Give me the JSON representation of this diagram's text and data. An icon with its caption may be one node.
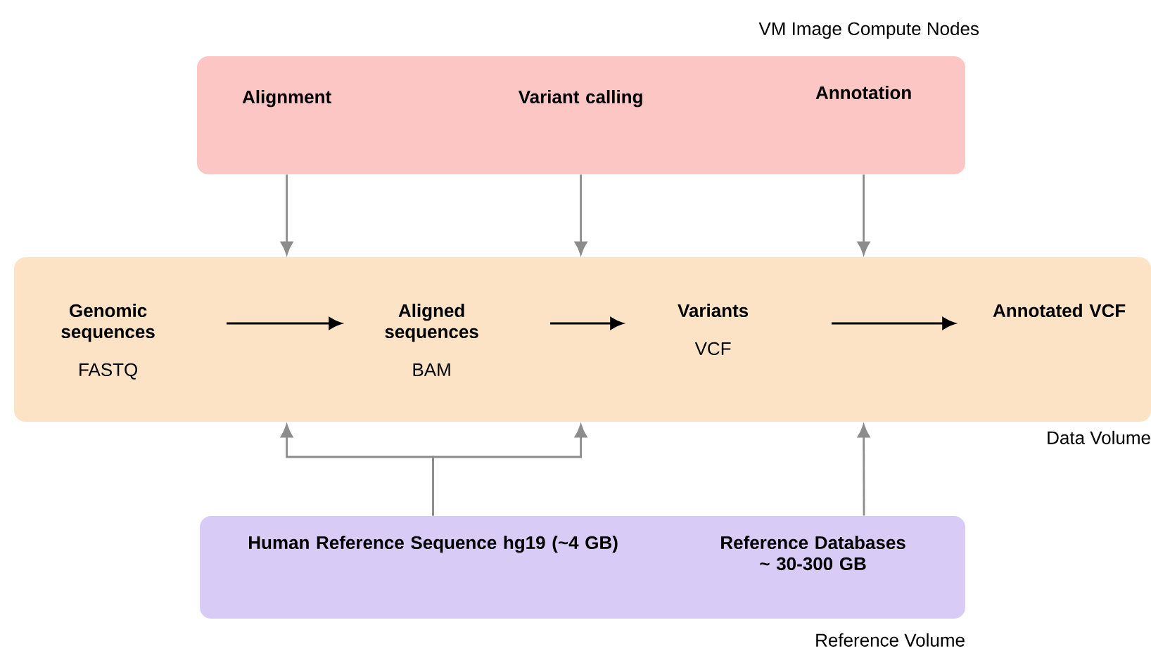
{
  "diagram": {
    "nodes": [
      {
        "text": [
          "VM Image Compute Nodes"
        ]
      },
      {
        "text": [
          "Alignment"
        ],
        "in": 0
      },
      {
        "text": [
          "Variant calling"
        ],
        "in": 0
      },
      {
        "text": [
          "Annotation"
        ],
        "in": 0
      },
      {
        "text": [
          "Data Volume"
        ]
      },
      {
        "text": [
          "Genomic sequences",
          "FASTQ"
        ],
        "in": 4
      },
      {
        "text": [
          "Aligned sequences",
          "BAM"
        ],
        "in": 4
      },
      {
        "text": [
          "Variants",
          "VCF"
        ],
        "in": 4
      },
      {
        "text": [
          "Annotated VCF"
        ],
        "in": 4
      },
      {
        "text": [
          "Reference Volume"
        ]
      },
      {
        "text": [
          "Human Reference Sequence hg19 (~4 GB)"
        ],
        "in": 9
      },
      {
        "text": [
          "Reference Databases ~ 30-300 GB"
        ],
        "in": 9
      }
    ],
    "edges": [
      {
        "from": 5,
        "to": 6,
        "arrow": "to",
        "color": "#000000"
      },
      {
        "from": 6,
        "to": 7,
        "arrow": "to",
        "color": "#000000"
      },
      {
        "from": 7,
        "to": 8,
        "arrow": "to",
        "color": "#000000"
      },
      {
        "from": 0,
        "to": 4,
        "arrow": "to"
      },
      {
        "from": 0,
        "to": 4,
        "arrow": "to"
      },
      {
        "from": 0,
        "to": 4,
        "arrow": "to"
      },
      {
        "from": 10,
        "to": 4,
        "arrow": "to"
      },
      {
        "from": 10,
        "to": 4,
        "arrow": "to"
      },
      {
        "from": 11,
        "to": 4,
        "arrow": "to"
      }
    ]
  }
}
